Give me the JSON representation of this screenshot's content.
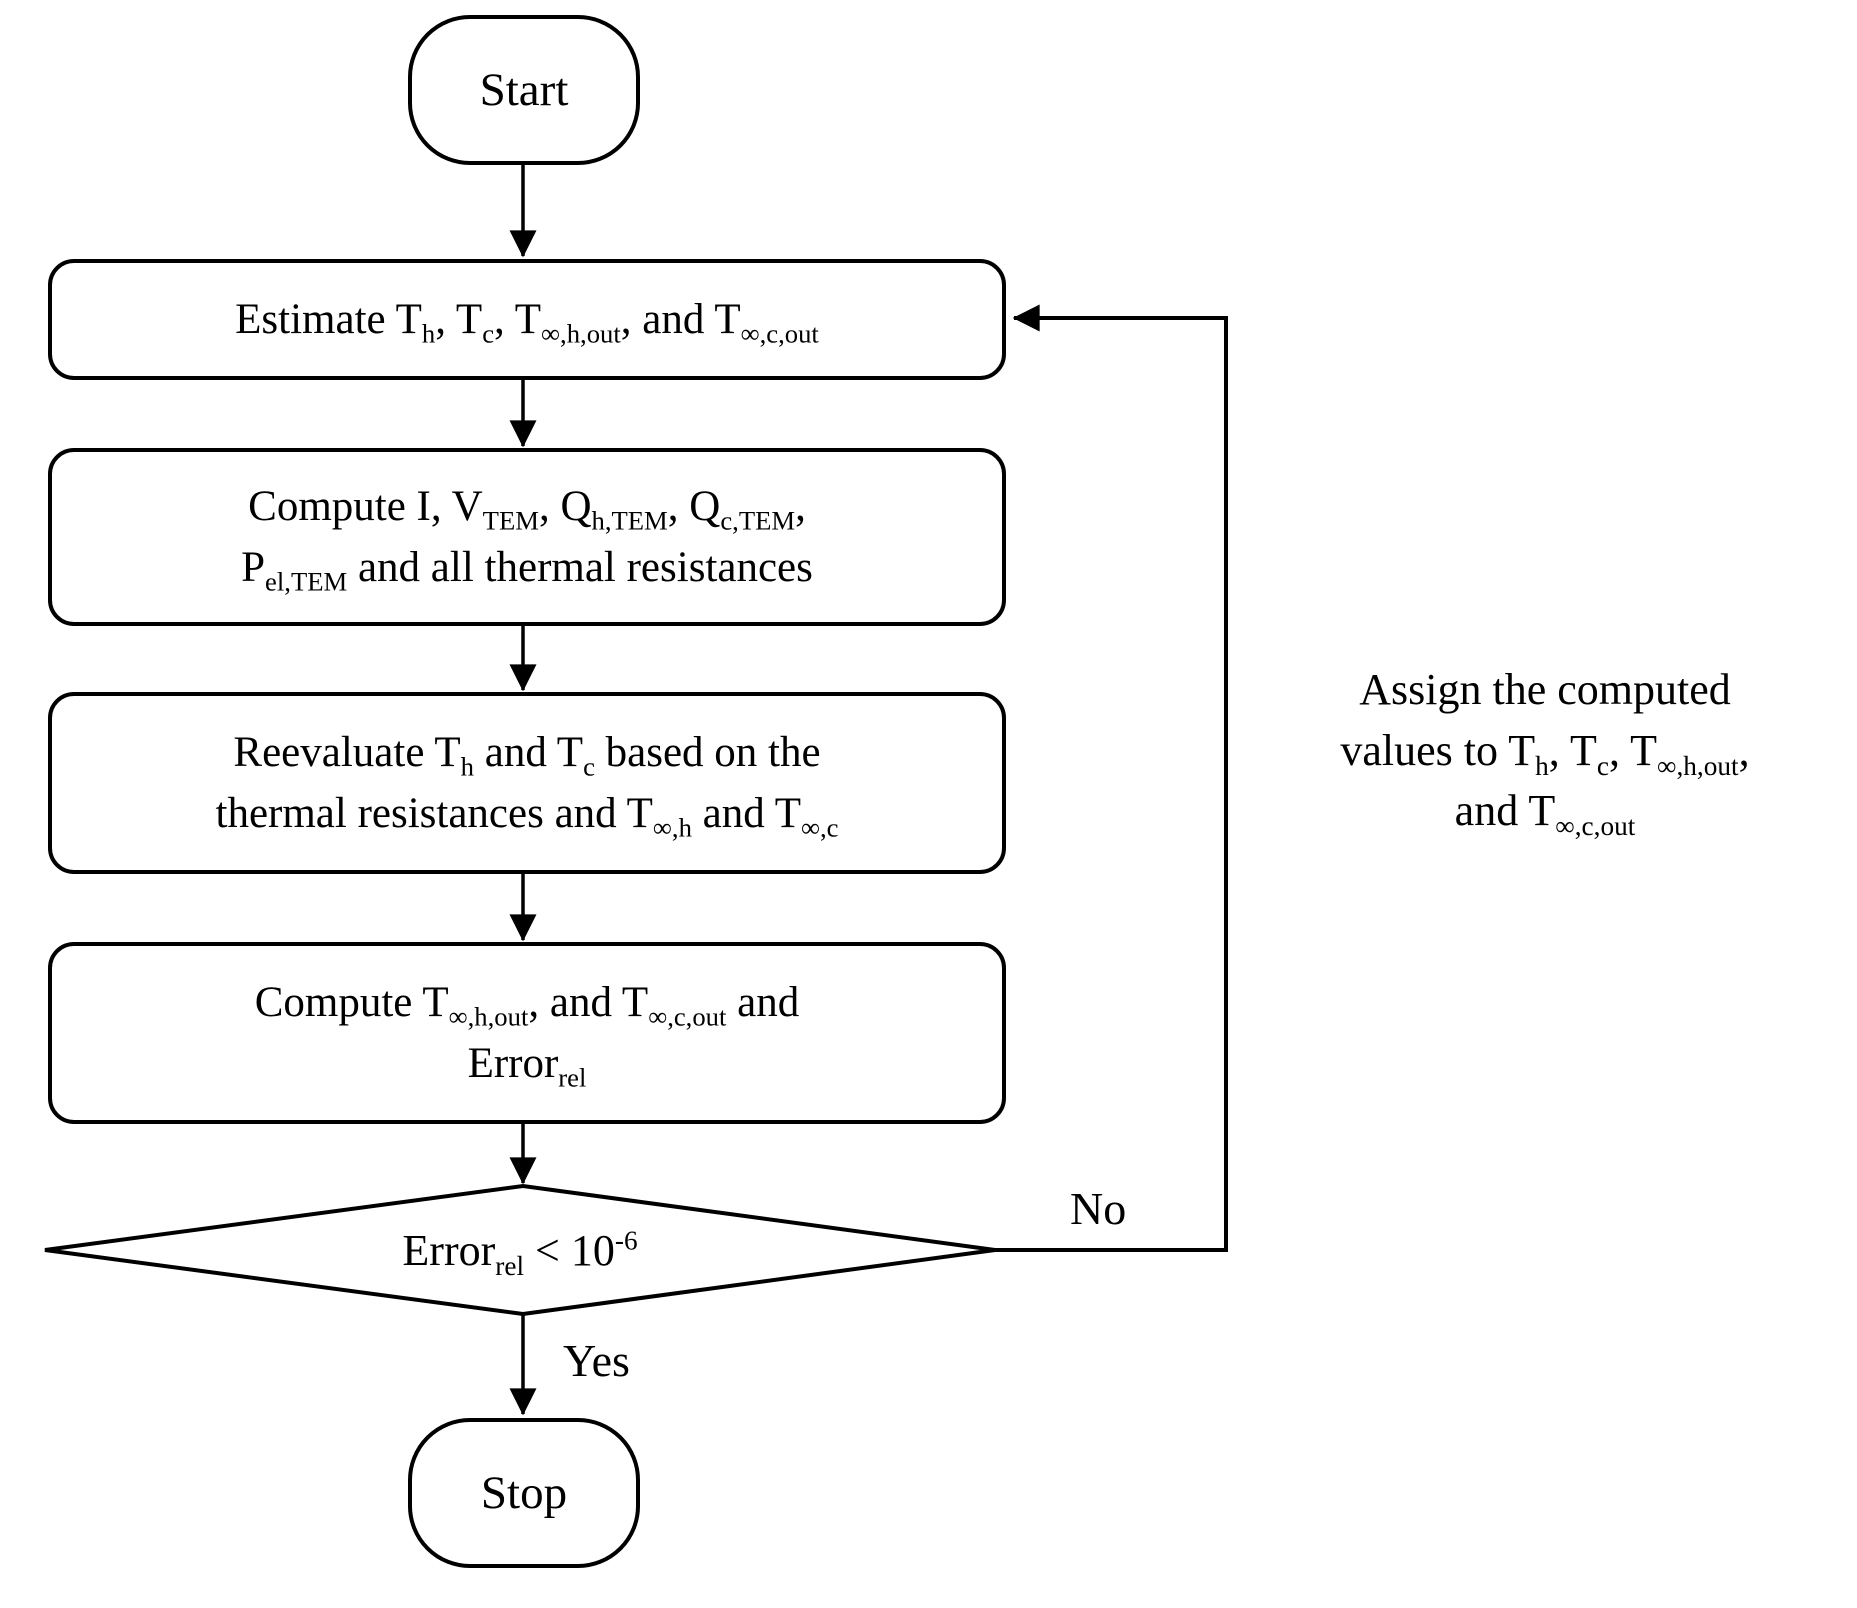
{
  "colors": {
    "stroke": "#000000",
    "fill": "#ffffff",
    "text": "#000000"
  },
  "nodes": {
    "start": {
      "label": "Start"
    },
    "stop": {
      "label": "Stop"
    },
    "estimate": {
      "rich": [
        {
          "t": "Estimate T"
        },
        {
          "s": "h"
        },
        {
          "t": ", T"
        },
        {
          "s": "c"
        },
        {
          "t": ", T"
        },
        {
          "s": "∞,h,out"
        },
        {
          "t": ", and T"
        },
        {
          "s": "∞,c,out"
        }
      ]
    },
    "compute_tem": {
      "rich": [
        {
          "t": "Compute I, V"
        },
        {
          "s": "TEM"
        },
        {
          "t": ", Q"
        },
        {
          "s": "h,TEM"
        },
        {
          "t": ", Q"
        },
        {
          "s": "c,TEM"
        },
        {
          "t": ","
        },
        {
          "br": true
        },
        {
          "t": "P"
        },
        {
          "s": "el,TEM"
        },
        {
          "t": " and all thermal resistances"
        }
      ]
    },
    "reevaluate": {
      "rich": [
        {
          "t": "Reevaluate T"
        },
        {
          "s": "h"
        },
        {
          "t": " and T"
        },
        {
          "s": "c"
        },
        {
          "t": " based on the"
        },
        {
          "br": true
        },
        {
          "t": "thermal resistances and T"
        },
        {
          "s": "∞,h"
        },
        {
          "t": " and T"
        },
        {
          "s": "∞,c"
        }
      ]
    },
    "compute_out": {
      "rich": [
        {
          "t": "Compute T"
        },
        {
          "s": "∞,h,out"
        },
        {
          "t": ", and T"
        },
        {
          "s": "∞,c,out"
        },
        {
          "t": " and"
        },
        {
          "br": true
        },
        {
          "t": "Error"
        },
        {
          "s": "rel"
        }
      ]
    },
    "decision": {
      "rich": [
        {
          "t": "Error"
        },
        {
          "s": "rel"
        },
        {
          "t": " < 10"
        },
        {
          "sup": "-6"
        }
      ]
    }
  },
  "edges": {
    "yes_label": "Yes",
    "no_label": "No",
    "loop_annotation": {
      "rich": [
        {
          "t": "Assign the computed"
        },
        {
          "br": true
        },
        {
          "t": "values to T"
        },
        {
          "s": "h"
        },
        {
          "t": ", T"
        },
        {
          "s": "c"
        },
        {
          "t": ", T"
        },
        {
          "s": "∞,h,out"
        },
        {
          "t": ","
        },
        {
          "br": true
        },
        {
          "t": "and T"
        },
        {
          "s": "∞,c,out"
        }
      ]
    }
  }
}
